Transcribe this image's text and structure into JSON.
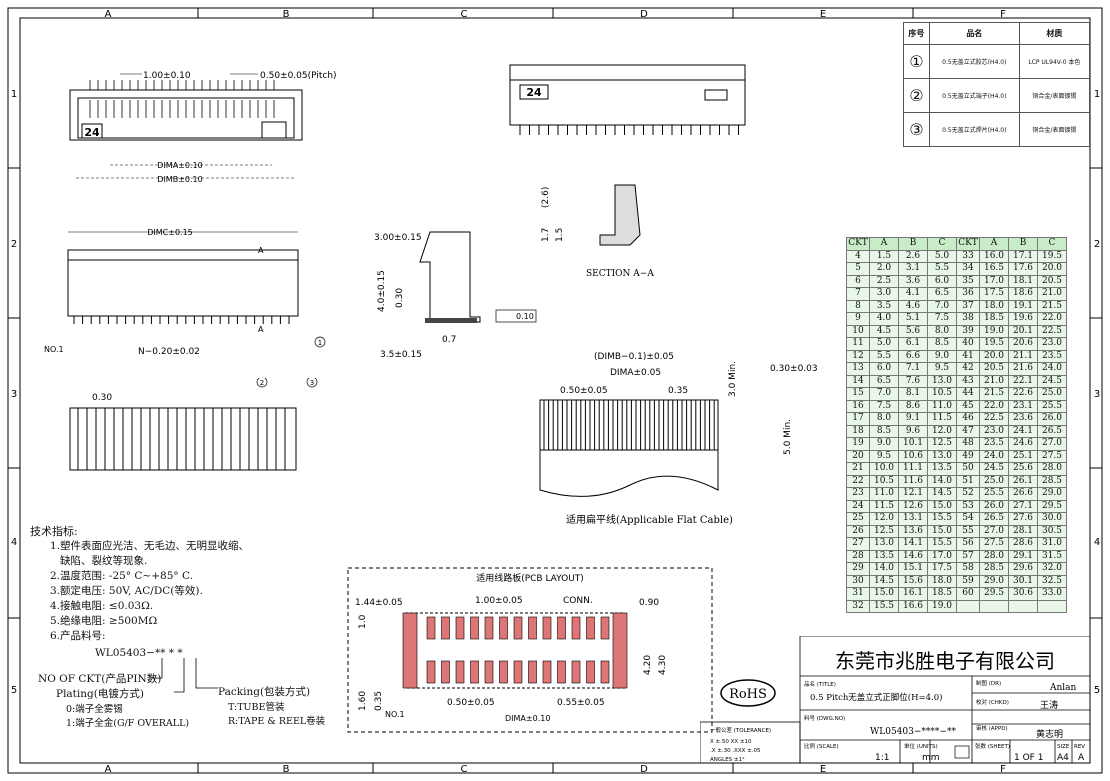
{
  "border": {
    "cols": [
      "A",
      "B",
      "C",
      "D",
      "E",
      "F"
    ],
    "rows": [
      "1",
      "2",
      "3",
      "4",
      "5"
    ]
  },
  "bom": {
    "headers": [
      "序号",
      "品名",
      "材质"
    ],
    "rows": [
      {
        "no": "①",
        "name": "0.5无盖立式胶芯(H4.0)",
        "mat": "LCP UL94V-0 本色"
      },
      {
        "no": "②",
        "name": "0.5无盖立式端子(H4.0)",
        "mat": "铜合金/表面镀锡"
      },
      {
        "no": "③",
        "name": "0.5无盖立式焊片(H4.0)",
        "mat": "铜合金/表面镀锡"
      }
    ]
  },
  "ckt_table": {
    "headers": [
      "CKT",
      "A",
      "B",
      "C",
      "CKT",
      "A",
      "B",
      "C"
    ],
    "rows": [
      [
        "4",
        "1.5",
        "2.6",
        "5.0",
        "33",
        "16.0",
        "17.1",
        "19.5"
      ],
      [
        "5",
        "2.0",
        "3.1",
        "5.5",
        "34",
        "16.5",
        "17.6",
        "20.0"
      ],
      [
        "6",
        "2.5",
        "3.6",
        "6.0",
        "35",
        "17.0",
        "18.1",
        "20.5"
      ],
      [
        "7",
        "3.0",
        "4.1",
        "6.5",
        "36",
        "17.5",
        "18.6",
        "21.0"
      ],
      [
        "8",
        "3.5",
        "4.6",
        "7.0",
        "37",
        "18.0",
        "19.1",
        "21.5"
      ],
      [
        "9",
        "4.0",
        "5.1",
        "7.5",
        "38",
        "18.5",
        "19.6",
        "22.0"
      ],
      [
        "10",
        "4.5",
        "5.6",
        "8.0",
        "39",
        "19.0",
        "20.1",
        "22.5"
      ],
      [
        "11",
        "5.0",
        "6.1",
        "8.5",
        "40",
        "19.5",
        "20.6",
        "23.0"
      ],
      [
        "12",
        "5.5",
        "6.6",
        "9.0",
        "41",
        "20.0",
        "21.1",
        "23.5"
      ],
      [
        "13",
        "6.0",
        "7.1",
        "9.5",
        "42",
        "20.5",
        "21.6",
        "24.0"
      ],
      [
        "14",
        "6.5",
        "7.6",
        "13.0",
        "43",
        "21.0",
        "22.1",
        "24.5"
      ],
      [
        "15",
        "7.0",
        "8.1",
        "10.5",
        "44",
        "21.5",
        "22.6",
        "25.0"
      ],
      [
        "16",
        "7.5",
        "8.6",
        "11.0",
        "45",
        "22.0",
        "23.1",
        "25.5"
      ],
      [
        "17",
        "8.0",
        "9.1",
        "11.5",
        "46",
        "22.5",
        "23.6",
        "26.0"
      ],
      [
        "18",
        "8.5",
        "9.6",
        "12.0",
        "47",
        "23.0",
        "24.1",
        "26.5"
      ],
      [
        "19",
        "9.0",
        "10.1",
        "12.5",
        "48",
        "23.5",
        "24.6",
        "27.0"
      ],
      [
        "20",
        "9.5",
        "10.6",
        "13.0",
        "49",
        "24.0",
        "25.1",
        "27.5"
      ],
      [
        "21",
        "10.0",
        "11.1",
        "13.5",
        "50",
        "24.5",
        "25.6",
        "28.0"
      ],
      [
        "22",
        "10.5",
        "11.6",
        "14.0",
        "51",
        "25.0",
        "26.1",
        "28.5"
      ],
      [
        "23",
        "11.0",
        "12.1",
        "14.5",
        "52",
        "25.5",
        "26.6",
        "29.0"
      ],
      [
        "24",
        "11.5",
        "12.6",
        "15.0",
        "53",
        "26.0",
        "27.1",
        "29.5"
      ],
      [
        "25",
        "12.0",
        "13.1",
        "15.5",
        "54",
        "26.5",
        "27.6",
        "30.0"
      ],
      [
        "26",
        "12.5",
        "13.6",
        "15.0",
        "55",
        "27.0",
        "28.1",
        "30.5"
      ],
      [
        "27",
        "13.0",
        "14.1",
        "15.5",
        "56",
        "27.5",
        "28.6",
        "31.0"
      ],
      [
        "28",
        "13.5",
        "14.6",
        "17.0",
        "57",
        "28.0",
        "29.1",
        "31.5"
      ],
      [
        "29",
        "14.0",
        "15.1",
        "17.5",
        "58",
        "28.5",
        "29.6",
        "32.0"
      ],
      [
        "30",
        "14.5",
        "15.6",
        "18.0",
        "59",
        "29.0",
        "30.1",
        "32.5"
      ],
      [
        "31",
        "15.0",
        "16.1",
        "18.5",
        "60",
        "29.5",
        "30.6",
        "33.0"
      ],
      [
        "32",
        "15.5",
        "16.6",
        "19.0",
        "",
        "",
        "",
        ""
      ]
    ]
  },
  "dims": {
    "pitch1": "1.00±0.10",
    "pitch2": "0.50±0.05(Pitch)",
    "dima": "DIMA±0.10",
    "dimb": "DIMB±0.10",
    "dimc": "DIMC±0.15",
    "no1": "NO.1",
    "n": "N−0.20±0.02",
    "d030": "0.30",
    "section_h": "3.00±0.15",
    "v40": "4.0±0.15",
    "v030": "0.30",
    "w07": "0.7",
    "w35": "3.5±0.15",
    "flat": "0.10",
    "sec_26": "(2.6)",
    "sec_17": "1.7",
    "sec_15": "1.5",
    "section_label": "SECTION A−A",
    "cable_top": "(DIMB−0.1)±0.05",
    "cable_dima": "DIMA±0.05",
    "cable_050": "0.50±0.05",
    "cable_035": "0.35",
    "cable_30": "3.0 Min.",
    "cable_50": "5.0 Min.",
    "cable_thk": "0.30±0.03",
    "cable_caption": "适用扁平线(Applicable Flat Cable)",
    "pcb_title": "适用线路板(PCB LAYOUT)",
    "pcb_144": "1.44±0.05",
    "pcb_100": "1.00±0.05",
    "pcb_conn": "CONN.",
    "pcb_090": "0.90",
    "pcb_10": "1.0",
    "pcb_420": "4.20",
    "pcb_430": "4.30",
    "pcb_160": "1.60",
    "pcb_035": "0.35",
    "pcb_no1": "NO.1",
    "pcb_050": "0.50±0.05",
    "pcb_055": "0.55±0.05",
    "pcb_dima": "DIMA±0.10",
    "label_24": "24",
    "sec_a": "A",
    "bal1": "1",
    "bal2": "2",
    "bal3": "3"
  },
  "spec": {
    "title": "技术指标:",
    "lines": [
      "1.塑件表面应光洁、无毛边、无明显收缩、",
      "缺陷、裂纹等现象.",
      "2.温度范围: -25° C~+85° C.",
      "3.额定电压: 50V, AC/DC(等效).",
      "4.接触电阻: ≤0.03Ω.",
      "5.绝缘电阻: ≥500MΩ",
      "6.产品料号:"
    ],
    "partno": "WL05403−** * *",
    "no_ckt": "NO OF CKT(产品PIN数)",
    "plating": "Plating(电镀方式)",
    "plating_opts": [
      "0:端子全雾锡",
      "1:端子全金(G/F OVERALL)"
    ],
    "packing": "Packing(包装方式)",
    "packing_opts": [
      "T:TUBE管装",
      "R:TAPE & REEL卷装"
    ]
  },
  "rohs": "RoHS",
  "title_block": {
    "company": "东莞市兆胜电子有限公司",
    "title_lbl": "品名 (TITLE)",
    "title": "0.5 Pitch无盖立式正脚位(H=4.0)",
    "dwg_lbl": "料号 (DWG.NO)",
    "dwg": "WL05403−****−**",
    "tol_title": "一般公差 (TOLERANCE)",
    "tol1": "X ±.50   XX ±10",
    "tol2": ".X ±.30   .XXX ±.05",
    "tol3": "ANGLES   ±1°",
    "scale_lbl": "比例 (SCALE)",
    "scale": "1:1",
    "units_lbl": "单位 (UNITS)",
    "units": "mm",
    "dr_lbl": "制图 (DR)",
    "dr": "Anlan",
    "chkd_lbl": "校对 (CHKD)",
    "chkd": "王涛",
    "appd_lbl": "审核 (APPD)",
    "appd": "黄志明",
    "sheet_lbl": "张数 (SHEET)",
    "sheet": "1 OF 1",
    "size_lbl": "SIZE",
    "size": "A4",
    "rev_lbl": "REV",
    "rev": "A"
  }
}
